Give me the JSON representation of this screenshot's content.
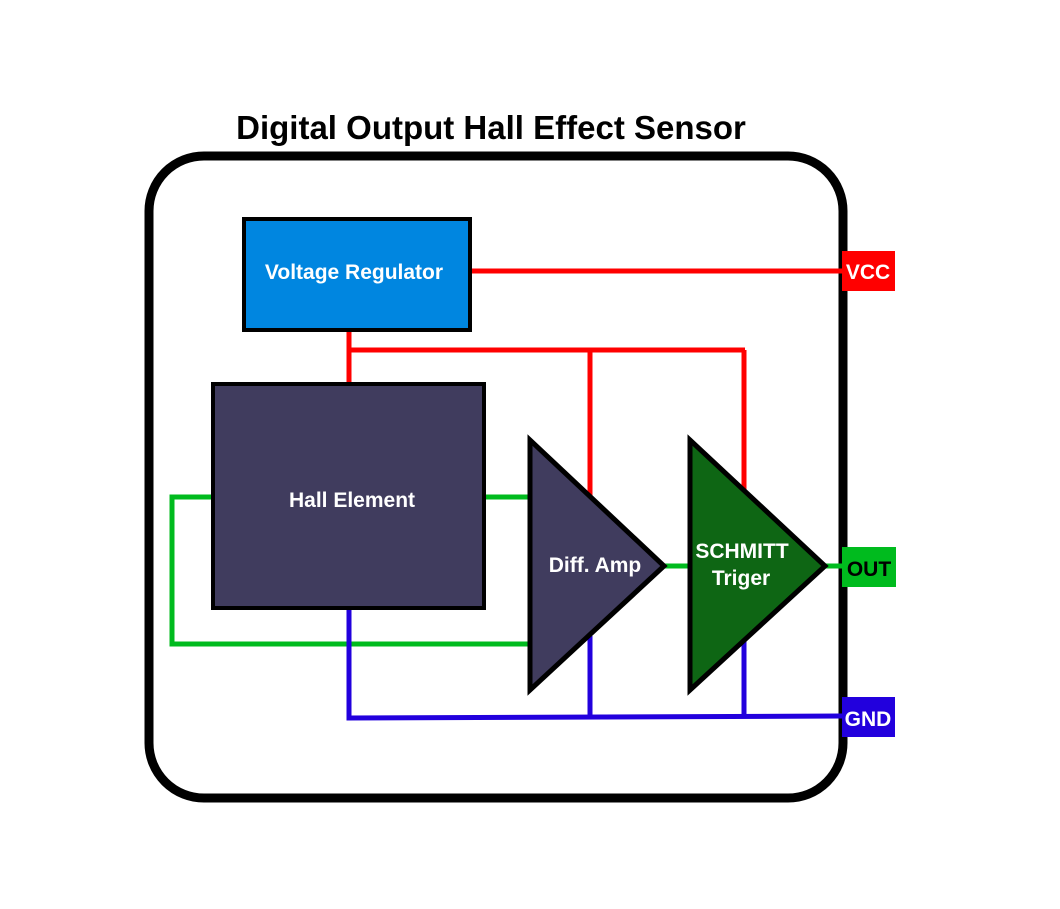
{
  "title": "Digital Output Hall Effect Sensor",
  "colors": {
    "vcc_wire": "#ff0000",
    "out_wire": "#00bb1e",
    "gnd_wire": "#2200dd",
    "regulator_fill": "#0086e0",
    "hall_fill": "#403c5e",
    "amp_fill": "#403c5e",
    "schmitt_fill": "#0e6614",
    "outline": "#000000"
  },
  "blocks": {
    "voltage_regulator": "Voltage Regulator",
    "hall_element": "Hall Element",
    "diff_amp": "Diff. Amp",
    "schmitt_line1": "SCHMITT",
    "schmitt_line2": "Triger"
  },
  "pins": {
    "vcc": "VCC",
    "out": "OUT",
    "gnd": "GND"
  }
}
